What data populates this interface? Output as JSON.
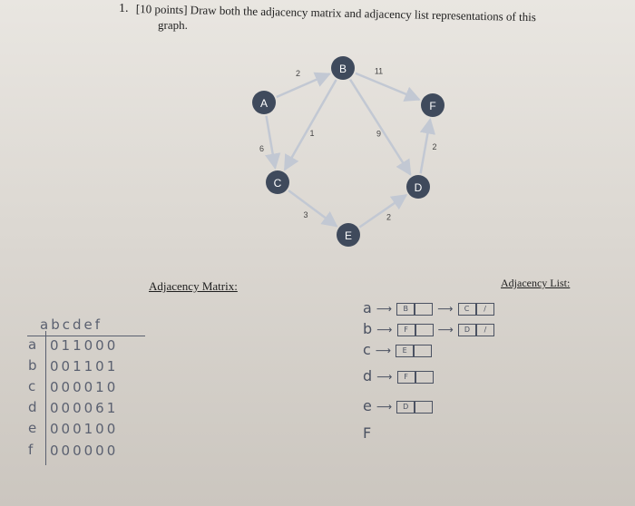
{
  "question": {
    "number": "1.",
    "line1": "[10 points] Draw both the adjacency matrix and adjacency list representations of this",
    "line2": "graph."
  },
  "graph": {
    "nodes": [
      "A",
      "B",
      "C",
      "D",
      "E",
      "F"
    ],
    "edges": [
      {
        "from": "A",
        "to": "B",
        "weight": "2"
      },
      {
        "from": "B",
        "to": "F",
        "weight": "11"
      },
      {
        "from": "B",
        "to": "C",
        "weight": "1"
      },
      {
        "from": "B",
        "to": "D",
        "weight": "9"
      },
      {
        "from": "A",
        "to": "C",
        "weight": "6"
      },
      {
        "from": "D",
        "to": "F",
        "weight": "2"
      },
      {
        "from": "C",
        "to": "E",
        "weight": "3"
      },
      {
        "from": "E",
        "to": "D",
        "weight": "2"
      }
    ],
    "node_color": "#3f4a5c",
    "edge_color": "#c2c8d3"
  },
  "matrix": {
    "title": "Adjacency Matrix:",
    "header": "abcdef",
    "rows": [
      {
        "label": "a",
        "values": "011000"
      },
      {
        "label": "b",
        "values": "001101"
      },
      {
        "label": "c",
        "values": "000010"
      },
      {
        "label": "d",
        "values": "000061"
      },
      {
        "label": "e",
        "values": "000100"
      },
      {
        "label": "f",
        "values": "000000"
      }
    ]
  },
  "adj_list": {
    "title": "Adjacency List:",
    "rows": [
      {
        "label": "a",
        "cells": [
          "B",
          "C"
        ]
      },
      {
        "label": "b",
        "cells": [
          "F",
          "D"
        ]
      },
      {
        "label": "c",
        "cells": [
          "E"
        ]
      },
      {
        "label": "d",
        "cells": [
          "F"
        ]
      },
      {
        "label": "e",
        "cells": [
          "D"
        ]
      },
      {
        "label": "F",
        "cells": []
      }
    ]
  }
}
